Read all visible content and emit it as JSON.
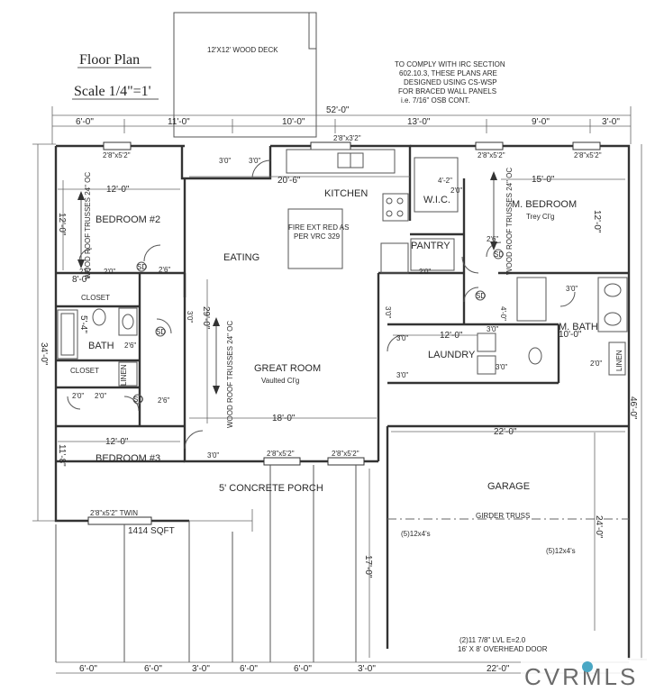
{
  "title": "Floor Plan",
  "scale": "Scale 1/4\"=1'",
  "compliance_note": [
    "TO COMPLY WITH IRC SECTION",
    "602.10.3, THESE PLANS ARE",
    "DESIGNED USING CS-WSP",
    "FOR BRACED WALL PANELS",
    "i.e. 7/16\" OSB CONT."
  ],
  "deck": "12'X12' WOOD DECK",
  "rooms": {
    "bedroom2": "BEDROOM #2",
    "bedroom3": "BEDROOM #3",
    "kitchen": "KITCHEN",
    "eating": "EATING",
    "great_room": "GREAT ROOM",
    "great_room_sub": "Vaulted Cl'g",
    "wic": "W.I.C.",
    "pantry": "PANTRY",
    "m_bedroom": "M. BEDROOM",
    "m_bedroom_sub": "Trey Cl'g",
    "m_bath": "M. BATH",
    "laundry": "LAUNDRY",
    "bath": "BATH",
    "closet_1": "CLOSET",
    "closet_2": "CLOSET",
    "linen_1": "LINEN",
    "linen_2": "LINEN",
    "garage": "GARAGE",
    "porch": "5' CONCRETE PORCH"
  },
  "notes": {
    "fire_ext": [
      "FIRE EXT RED AS",
      "PER VRC 329"
    ],
    "truss_1": "WOOD ROOF TRUSSES 24\" OC",
    "truss_2": "WOOD ROOF TRUSSES 24\" OC",
    "truss_3": "WOOD ROOF TRUSSES 24\" OC",
    "girder": "GIRDER TRUSS",
    "sqft": "1414 SQFT",
    "lvl": "(2)11 7/8\" LVL E=2.0",
    "overhead_door": "16' X 8' OVERHEAD DOOR",
    "header_1": "(5)12x4's",
    "header_2": "(5)12x4's"
  },
  "dimensions": {
    "overall_width": "52'-0\"",
    "top_segments": [
      "6'-0\"",
      "11'-0\"",
      "10'-0\"",
      "13'-0\"",
      "9'-0\"",
      "3'-0\""
    ],
    "bottom_segments": [
      "6'-0\"",
      "6'-0\"",
      "3'-0\"",
      "6'-0\"",
      "6'-0\"",
      "3'-0\"",
      "22'-0\""
    ],
    "left_depth": "34'-0\"",
    "right_depth": "46'-0\"",
    "kitchen_width": "20'-6\"",
    "bedroom2_width": "12'-0\"",
    "bedroom2_depth": "12'-0\"",
    "bedroom2_closet": "8'-0\"",
    "great_room_depth": "29'-0\"",
    "great_room_width": "18'-0\"",
    "bedroom3_width": "12'-0\"",
    "bedroom3_depth": "11'-8\"",
    "m_bedroom_width": "15'-0\"",
    "m_bedroom_depth": "12'-0\"",
    "laundry_width": "12'-0\"",
    "m_bath_width": "10'-0\"",
    "garage_width": "22'-0\"",
    "garage_depth": "24'-0\"",
    "porch_depth": "17'-0\"",
    "bath_depth": "5'-4\"",
    "wic_width": "4'-2\"",
    "m_bath_depth": "4'-0\""
  },
  "windows": {
    "kitchen": "2'8\"x3'2\"",
    "bedroom2": "2'8\"x5'2\"",
    "m_bedroom_1": "2'8\"x5'2\"",
    "m_bedroom_2": "2'8\"x5'2\"",
    "porch_1": "2'8\"x5'2\"",
    "porch_2": "2'8\"x5'2\"",
    "bedroom3": "2'8\"x5'2\" TWIN"
  },
  "doors": [
    "3'0\"",
    "3'0\"",
    "2'6\"",
    "2'6\"",
    "2'6\"",
    "2'6\"",
    "2'0\"",
    "2'0\"",
    "2'0\"",
    "2'0\"",
    "3'0\"",
    "3'0\"",
    "3'0\"",
    "3'0\"",
    "3'0\"",
    "3'0\"",
    "2'6\"",
    "2'0\"",
    "2'0\"",
    "3'0\"",
    "3'0\""
  ],
  "shelves": [
    "SD",
    "SD",
    "SD",
    "SD",
    "SD"
  ],
  "watermark": "CVRMLS"
}
